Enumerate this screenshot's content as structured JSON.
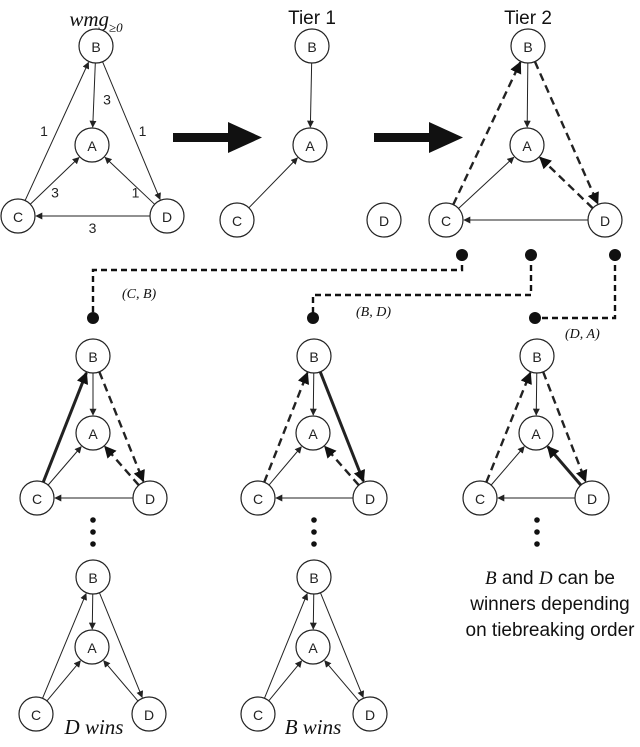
{
  "titles": {
    "wmg": "wmg",
    "wmg_sub": "≥0",
    "tier1": "Tier 1",
    "tier2": "Tier 2"
  },
  "nodes": {
    "A": "A",
    "B": "B",
    "C": "C",
    "D": "D"
  },
  "weights": {
    "c_b": "1",
    "b_a": "3",
    "b_d": "1",
    "c_a": "3",
    "d_a": "1",
    "d_c": "3"
  },
  "pair_labels": {
    "cb": "(C, B)",
    "bd": "(B, D)",
    "da": "(D, A)"
  },
  "results": {
    "left": "D wins",
    "middle": "B wins"
  },
  "note": {
    "line1_var1": "B",
    "line1_mid": " and ",
    "line1_var2": "D",
    "line1_end": " can be",
    "line2": "winners depending",
    "line3": "on tiebreaking order"
  },
  "diagrams": [
    {
      "id": "wmg",
      "edges": [
        {
          "from": "C",
          "to": "B",
          "style": "thin",
          "w": "c_b"
        },
        {
          "from": "B",
          "to": "A",
          "style": "thin",
          "w": "b_a"
        },
        {
          "from": "B",
          "to": "D",
          "style": "thin",
          "w": "b_d"
        },
        {
          "from": "C",
          "to": "A",
          "style": "thin",
          "w": "c_a"
        },
        {
          "from": "D",
          "to": "A",
          "style": "thin",
          "w": "d_a"
        },
        {
          "from": "D",
          "to": "C",
          "style": "thin",
          "w": "d_c"
        }
      ]
    },
    {
      "id": "tier1",
      "edges": [
        {
          "from": "B",
          "to": "A",
          "style": "thin"
        },
        {
          "from": "C",
          "to": "A",
          "style": "thin"
        }
      ]
    },
    {
      "id": "tier2",
      "edges": [
        {
          "from": "B",
          "to": "A",
          "style": "thin"
        },
        {
          "from": "C",
          "to": "A",
          "style": "thin"
        },
        {
          "from": "D",
          "to": "C",
          "style": "thin"
        },
        {
          "from": "C",
          "to": "B",
          "style": "dashed"
        },
        {
          "from": "B",
          "to": "D",
          "style": "dashed"
        },
        {
          "from": "D",
          "to": "A",
          "style": "dashed"
        }
      ]
    },
    {
      "id": "branch1",
      "edges": [
        {
          "from": "B",
          "to": "A",
          "style": "thin"
        },
        {
          "from": "C",
          "to": "A",
          "style": "thin"
        },
        {
          "from": "D",
          "to": "C",
          "style": "thin"
        },
        {
          "from": "C",
          "to": "B",
          "style": "bold"
        },
        {
          "from": "B",
          "to": "D",
          "style": "dashed"
        },
        {
          "from": "D",
          "to": "A",
          "style": "dashed"
        }
      ]
    },
    {
      "id": "branch2",
      "edges": [
        {
          "from": "B",
          "to": "A",
          "style": "thin"
        },
        {
          "from": "C",
          "to": "A",
          "style": "thin"
        },
        {
          "from": "D",
          "to": "C",
          "style": "thin"
        },
        {
          "from": "C",
          "to": "B",
          "style": "dashed"
        },
        {
          "from": "B",
          "to": "D",
          "style": "bold"
        },
        {
          "from": "D",
          "to": "A",
          "style": "dashed"
        }
      ]
    },
    {
      "id": "branch3",
      "edges": [
        {
          "from": "B",
          "to": "A",
          "style": "thin"
        },
        {
          "from": "C",
          "to": "A",
          "style": "thin"
        },
        {
          "from": "D",
          "to": "C",
          "style": "thin"
        },
        {
          "from": "C",
          "to": "B",
          "style": "dashed"
        },
        {
          "from": "B",
          "to": "D",
          "style": "dashed"
        },
        {
          "from": "D",
          "to": "A",
          "style": "bold"
        }
      ]
    },
    {
      "id": "final1",
      "edges": [
        {
          "from": "B",
          "to": "A",
          "style": "thin"
        },
        {
          "from": "C",
          "to": "A",
          "style": "thin"
        },
        {
          "from": "D",
          "to": "A",
          "style": "thin"
        },
        {
          "from": "C",
          "to": "B",
          "style": "thin"
        },
        {
          "from": "B",
          "to": "D",
          "style": "thin"
        }
      ]
    },
    {
      "id": "final2",
      "edges": [
        {
          "from": "B",
          "to": "A",
          "style": "thin"
        },
        {
          "from": "C",
          "to": "A",
          "style": "thin"
        },
        {
          "from": "D",
          "to": "A",
          "style": "thin"
        },
        {
          "from": "C",
          "to": "B",
          "style": "thin"
        },
        {
          "from": "B",
          "to": "D",
          "style": "thin"
        }
      ]
    }
  ]
}
